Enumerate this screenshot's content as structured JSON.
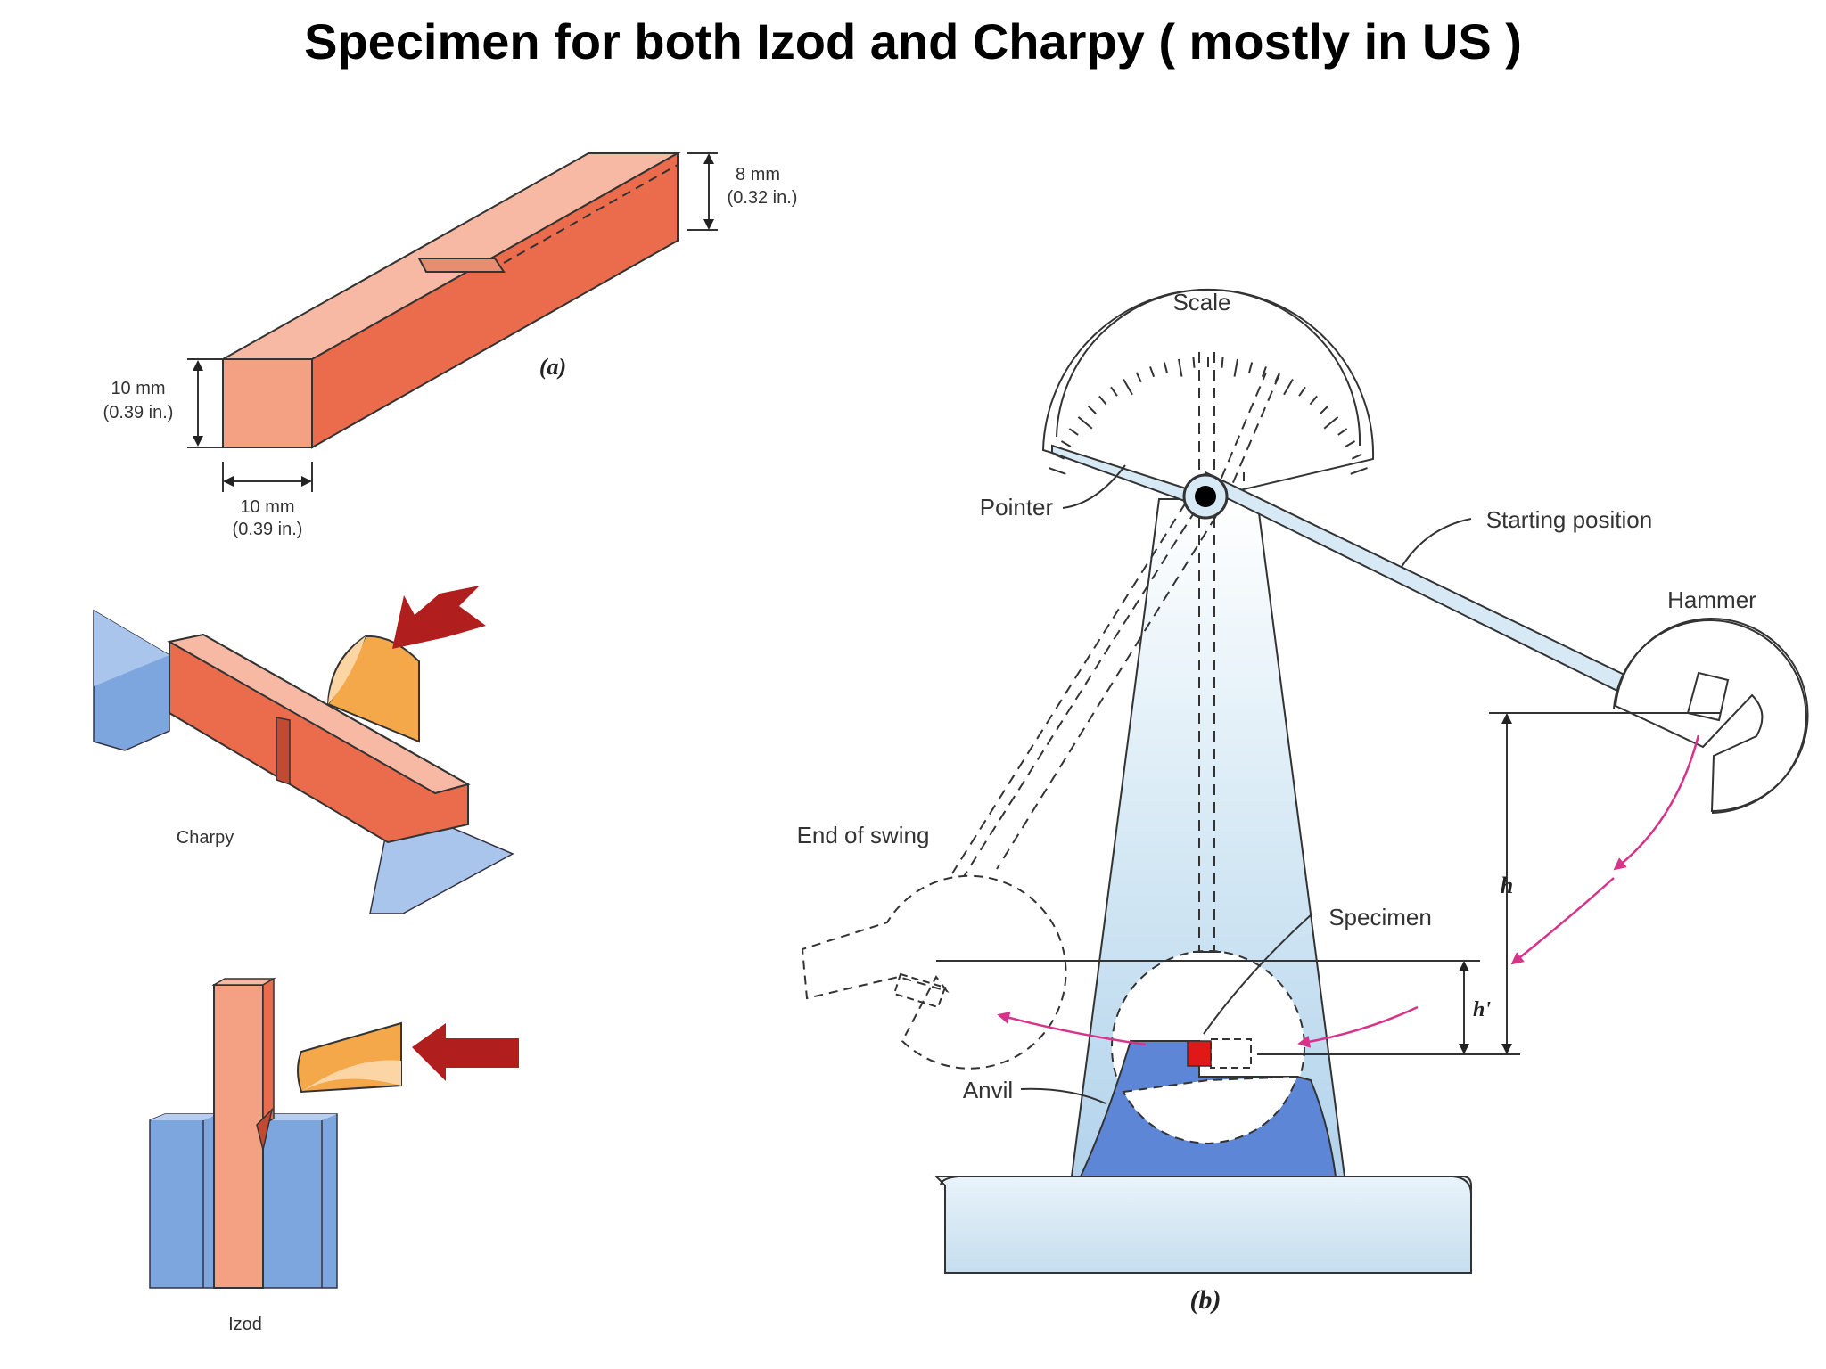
{
  "title": "Specimen for both Izod and Charpy ( mostly in US )",
  "specimen": {
    "figure_label": "(a)",
    "height_mm": "10 mm",
    "height_in": "(0.39 in.)",
    "width_mm": "10 mm",
    "width_in": "(0.39 in.)",
    "notch_mm": "8 mm",
    "notch_in": "(0.32 in.)"
  },
  "charpy_label": "Charpy",
  "izod_label": "Izod",
  "apparatus": {
    "figure_label": "(b)",
    "scale": "Scale",
    "pointer": "Pointer",
    "starting_position": "Starting position",
    "hammer": "Hammer",
    "end_of_swing": "End of swing",
    "specimen": "Specimen",
    "anvil": "Anvil",
    "h": "h",
    "h_prime": "h'"
  },
  "colors": {
    "specimen_front": "#f4a083",
    "specimen_side": "#ea6c4c",
    "specimen_top": "#f7b9a3",
    "support_blue": "#7ea6de",
    "striker_orange": "#f5a84a",
    "arrow_red": "#b01e1e",
    "machine_blue": "#c9e0ef",
    "anvil_blue": "#5e86d6",
    "swing_arrow": "#d8338a",
    "specimen_marker": "#e01818"
  }
}
